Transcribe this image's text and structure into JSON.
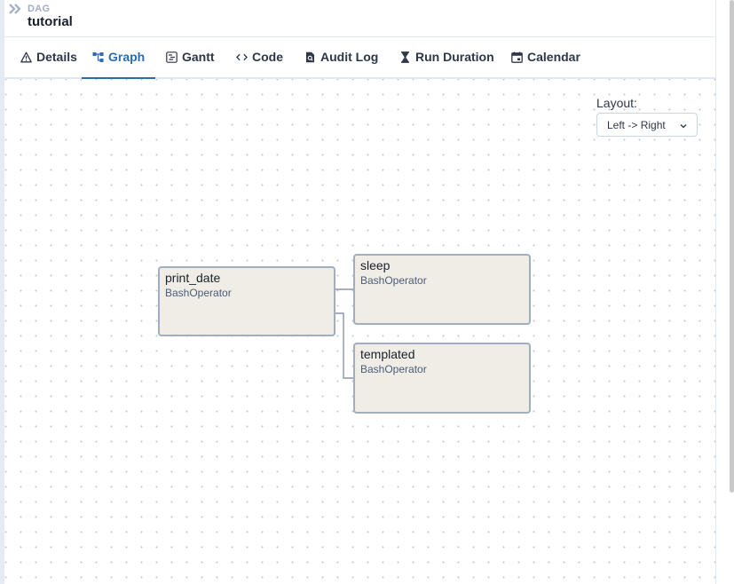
{
  "header": {
    "label": "DAG",
    "title": "tutorial"
  },
  "tabs": [
    {
      "label": "Details",
      "icon": "warning-icon"
    },
    {
      "label": "Graph",
      "icon": "graph-icon",
      "active": true
    },
    {
      "label": "Gantt",
      "icon": "gantt-icon"
    },
    {
      "label": "Code",
      "icon": "code-icon"
    },
    {
      "label": "Audit Log",
      "icon": "file-search-icon"
    },
    {
      "label": "Run Duration",
      "icon": "hourglass-icon"
    },
    {
      "label": "Calendar",
      "icon": "calendar-icon"
    }
  ],
  "graph": {
    "layout_label": "Layout:",
    "layout_value": "Left -> Right",
    "nodes": [
      {
        "id": "print_date",
        "name": "print_date",
        "operator": "BashOperator"
      },
      {
        "id": "sleep",
        "name": "sleep",
        "operator": "BashOperator"
      },
      {
        "id": "templated",
        "name": "templated",
        "operator": "BashOperator"
      }
    ],
    "edges": [
      {
        "from": "print_date",
        "to": "sleep"
      },
      {
        "from": "print_date",
        "to": "templated"
      }
    ]
  },
  "colors": {
    "accent": "#2b6cb0",
    "node_fill": "#f0ede6",
    "node_border": "#a0aec0"
  }
}
